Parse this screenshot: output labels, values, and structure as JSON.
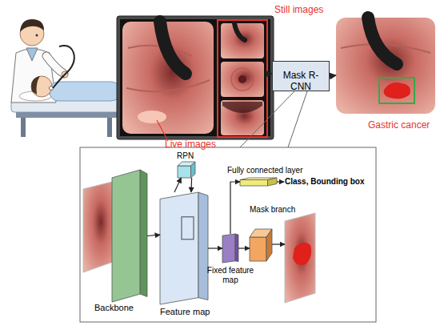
{
  "diagram": {
    "nodes": [
      {
        "text": [
          "Still images"
        ]
      },
      {
        "text": [
          "Mask R-CNN"
        ]
      },
      {
        "text": [
          "Gastric cancer"
        ]
      },
      {
        "text": [
          "Backbone"
        ]
      },
      {
        "text": [
          "Feature map"
        ]
      },
      {
        "text": [
          "RPN"
        ]
      },
      {
        "text": [
          "Fully connected layer"
        ]
      },
      {
        "text": [
          "Fixed feature map"
        ]
      },
      {
        "text": [
          "Mask branch"
        ]
      }
    ],
    "edges": [
      {
        "from": 0,
        "to": 1,
        "arrow": "to"
      },
      {
        "from": 1,
        "to": 2,
        "arrow": "to"
      },
      {
        "from": 3,
        "to": 4,
        "arrow": "to"
      },
      {
        "from": 4,
        "to": 5,
        "arrow": "to"
      },
      {
        "from": 5,
        "to": 4,
        "arrow": "to"
      },
      {
        "from": 4,
        "to": 7,
        "arrow": "to"
      },
      {
        "from": 7,
        "to": 6,
        "arrow": "to"
      },
      {
        "from": 7,
        "to": 8,
        "arrow": "to"
      }
    ],
    "labels": [
      "Live images",
      "Class, Bounding box"
    ]
  }
}
